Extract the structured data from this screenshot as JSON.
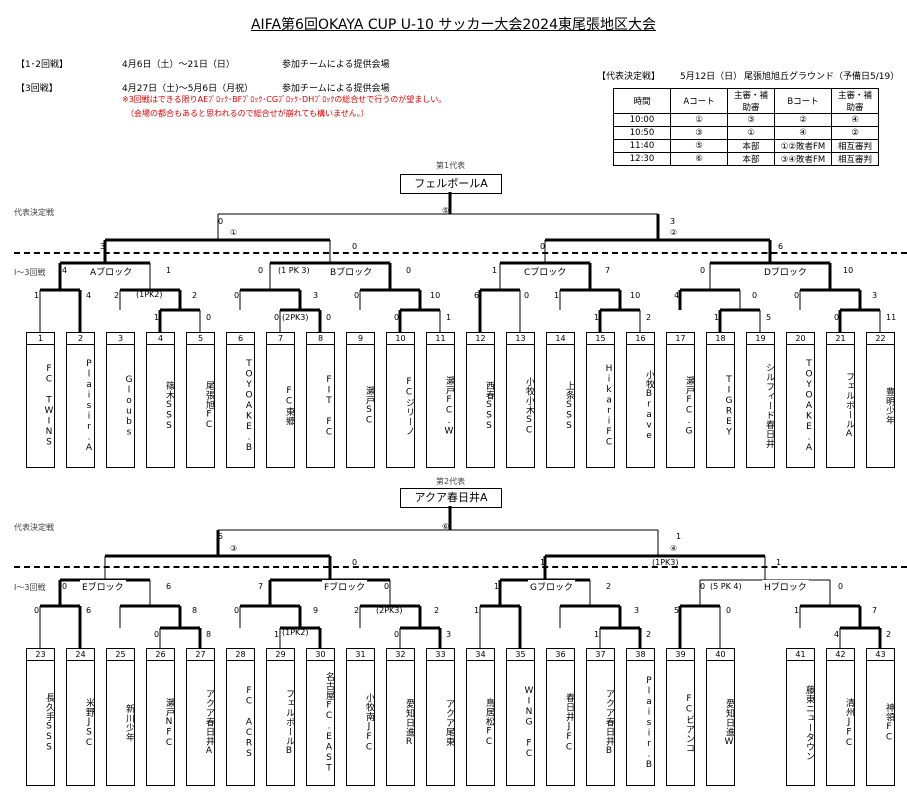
{
  "title": "AIFA第6回OKAYA CUP U-10 サッカー大会2024東尾張地区大会",
  "schedule_info": [
    {
      "round": "【1･2回戦】",
      "date": "4月6日（土）～21日（日）",
      "venue": "参加チームによる提供会場"
    },
    {
      "round": "【3回戦】",
      "date": "4月27日（土)～5月6日（月祝）",
      "venue": "参加チームによる提供会場"
    }
  ],
  "notes": [
    "※3回戦はできる限りAEﾌﾞﾛｯｸ･BFﾌﾞﾛｯｸ･CGﾌﾞﾛｯｸ･DHﾌﾞﾛｯｸの総合せで行うのが望ましい。",
    "（会場の都合もあると思われるので総合せが崩れても構いません。）"
  ],
  "final_info": {
    "label": "【代表決定戦】",
    "date": "5月12日（日）",
    "venue": "尾張旭旭丘グラウンド（予備日5/19）"
  },
  "final_table": {
    "headers": [
      "時間",
      "Aコート",
      "主審・補助審",
      "Bコート",
      "主審・補助審"
    ],
    "rows": [
      [
        "10:00",
        "①",
        "③",
        "②",
        "④"
      ],
      [
        "10:50",
        "③",
        "①",
        "④",
        "②"
      ],
      [
        "11:40",
        "⑤",
        "本部",
        "①②敗者FM",
        "相互審判"
      ],
      [
        "12:30",
        "⑥",
        "本部",
        "③④敗者FM",
        "相互審判"
      ]
    ]
  },
  "rep1": {
    "caption": "第1代表",
    "winner": "フェルボールA",
    "label": "代表決定戦",
    "range_label": "Ⅰ～3回戦"
  },
  "rep2": {
    "caption": "第2代表",
    "winner": "アクア春日井A",
    "label": "代表決定戦",
    "range_label": "Ⅰ～3回戦"
  },
  "blocks1": [
    "Aブロック",
    "Bブロック",
    "Cブロック",
    "Dブロック"
  ],
  "blocks2": [
    "Eブロック",
    "Fブロック",
    "Gブロック",
    "Hブロック"
  ],
  "teams1": [
    {
      "no": "1",
      "name": "FC TWINS"
    },
    {
      "no": "2",
      "name": "Plaisir.A"
    },
    {
      "no": "3",
      "name": "Gloubs"
    },
    {
      "no": "4",
      "name": "篠木SSS"
    },
    {
      "no": "5",
      "name": "尾張旭FC"
    },
    {
      "no": "6",
      "name": "TOYOAKE.B"
    },
    {
      "no": "7",
      "name": "FC東郷"
    },
    {
      "no": "8",
      "name": "FIT FC"
    },
    {
      "no": "9",
      "name": "瀬戸SC"
    },
    {
      "no": "10",
      "name": "FCジリーノ"
    },
    {
      "no": "11",
      "name": "瀬戸FC.W"
    },
    {
      "no": "12",
      "name": "西春SSS"
    },
    {
      "no": "13",
      "name": "小牧小木SC"
    },
    {
      "no": "14",
      "name": "上条SSS"
    },
    {
      "no": "15",
      "name": "HikariFC"
    },
    {
      "no": "16",
      "name": "小牧Brave"
    },
    {
      "no": "17",
      "name": "瀬戸FC.G"
    },
    {
      "no": "18",
      "name": "TIGREY"
    },
    {
      "no": "19",
      "name": "シルフィード春日井"
    },
    {
      "no": "20",
      "name": "TOYOAKE.A"
    },
    {
      "no": "21",
      "name": "フェルボールA"
    },
    {
      "no": "22",
      "name": "豊明少年"
    }
  ],
  "teams2": [
    {
      "no": "23",
      "name": "長久手SSS"
    },
    {
      "no": "24",
      "name": "米野JSC"
    },
    {
      "no": "25",
      "name": "新川少年"
    },
    {
      "no": "26",
      "name": "瀬戸NFC"
    },
    {
      "no": "27",
      "name": "アクア春日井A"
    },
    {
      "no": "28",
      "name": "FC ACRS"
    },
    {
      "no": "29",
      "name": "フェルボールB"
    },
    {
      "no": "30",
      "name": "名古屋FC.EAST"
    },
    {
      "no": "31",
      "name": "小牧南JFC"
    },
    {
      "no": "32",
      "name": "愛知日進R"
    },
    {
      "no": "33",
      "name": "アクア尾東"
    },
    {
      "no": "34",
      "name": "鳥居松FC"
    },
    {
      "no": "35",
      "name": "WING FC"
    },
    {
      "no": "36",
      "name": "春日井JFC"
    },
    {
      "no": "37",
      "name": "アクア春日井B"
    },
    {
      "no": "38",
      "name": "Plaisir.B"
    },
    {
      "no": "39",
      "name": "FCビアンコ"
    },
    {
      "no": "40",
      "name": "愛知日進W"
    },
    {
      "no": "41",
      "name": "藤東ニュータウン"
    },
    {
      "no": "42",
      "name": "清州JFC"
    },
    {
      "no": "43",
      "name": "神領FC"
    }
  ],
  "scores1": {
    "final": [
      "0",
      "3"
    ],
    "semis": [
      "3",
      "0",
      "0",
      "6"
    ],
    "block_r1": [
      "4",
      "1",
      "0",
      "0",
      "1",
      "7",
      "0",
      "10"
    ],
    "block_r2": [
      "1",
      "4",
      "2",
      "2",
      "0",
      "3",
      "0",
      "10",
      "6",
      "0",
      "1",
      "10",
      "4",
      "0",
      "0",
      "3"
    ],
    "r1": [
      "1",
      "0",
      "0",
      "0",
      "0",
      "1",
      "1",
      "2",
      "1",
      "5",
      "0",
      "11",
      "0"
    ],
    "pk": [
      "(1PK2)",
      "(1 PK 3)",
      "(2PK3)"
    ],
    "circles": [
      "⑤",
      "①",
      "②"
    ]
  },
  "scores2": {
    "final": [
      "5",
      "1"
    ],
    "semis": [
      "0",
      "1",
      "1"
    ],
    "block_r1": [
      "0",
      "6",
      "7",
      "0",
      "1",
      "2",
      "0",
      "0"
    ],
    "block_r2": [
      "0",
      "6",
      "8",
      "0",
      "9",
      "2",
      "2",
      "1",
      "3",
      "5",
      "0",
      "1",
      "7"
    ],
    "r1": [
      "0",
      "8",
      "1",
      "0",
      "3",
      "1",
      "2",
      "4",
      "2"
    ],
    "pk": [
      "(1PK2)",
      "(2PK3)",
      "(1PK3)",
      "(5 PK 4)"
    ],
    "circles": [
      "⑥",
      "③",
      "④"
    ]
  }
}
